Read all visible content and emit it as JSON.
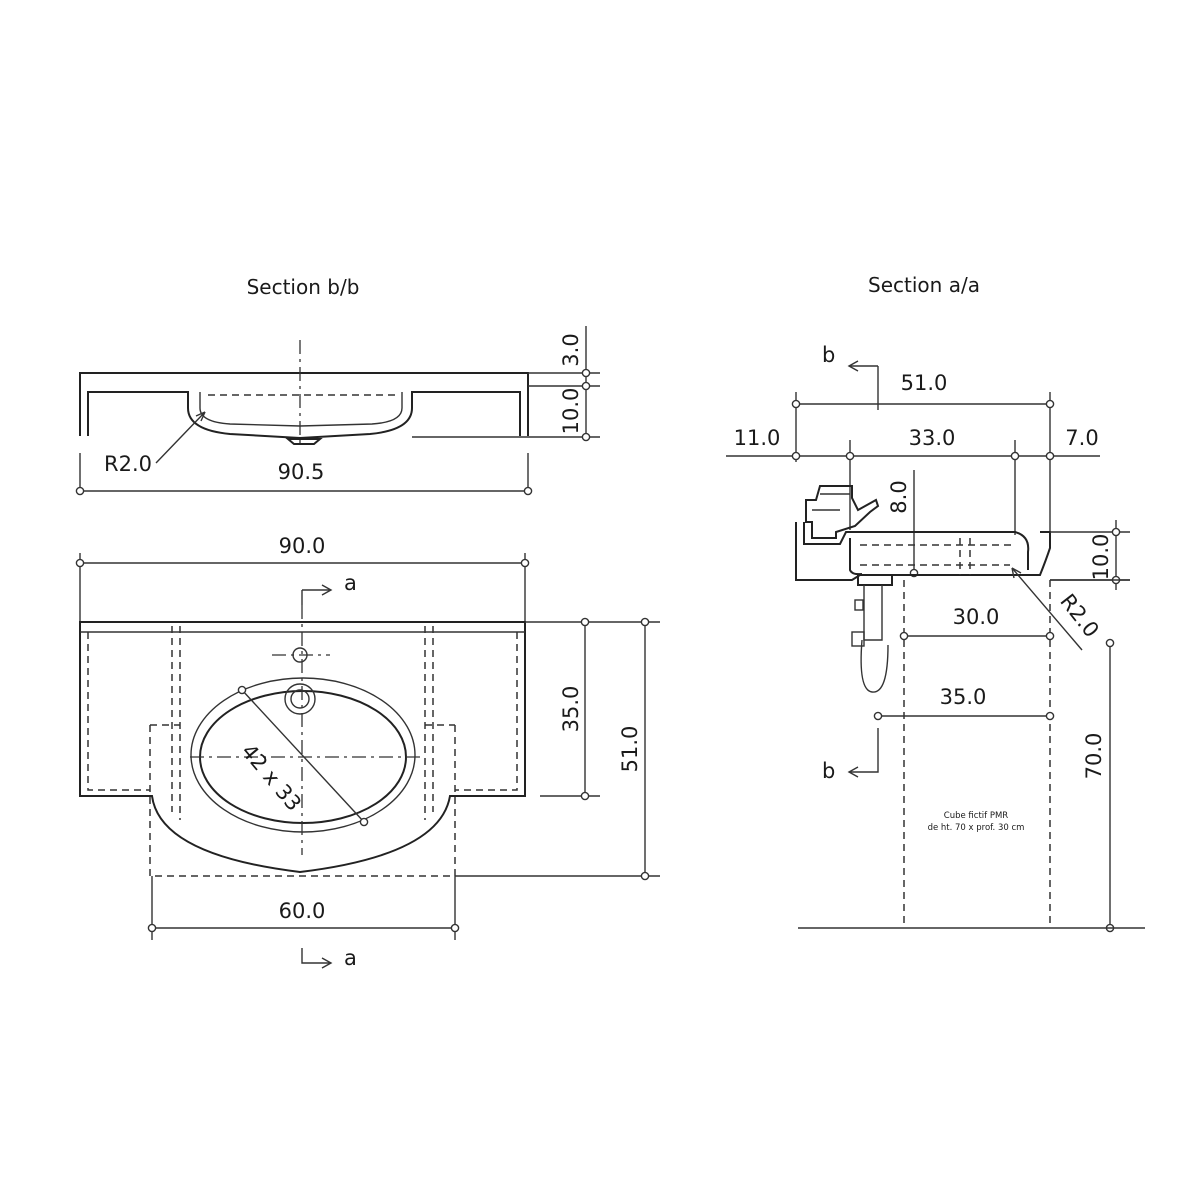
{
  "titles": {
    "section_bb": "Section b/b",
    "section_aa": "Section a/a"
  },
  "section_bb": {
    "dim_top_thickness": "3.0",
    "dim_basin_depth": "10.0",
    "dim_radius": "R2.0",
    "dim_width": "90.5"
  },
  "plan": {
    "dim_overall_width": "90.0",
    "dim_depth_body": "35.0",
    "dim_total_depth": "51.0",
    "dim_bowl": "42 x 33",
    "dim_front_width": "60.0",
    "cut_label_top": "a",
    "cut_label_bottom": "a"
  },
  "section_aa": {
    "cut_label_top": "b",
    "cut_label_bottom": "b",
    "dim_depth": "51.0",
    "dim_back": "11.0",
    "dim_bowl": "33.0",
    "dim_front": "7.0",
    "dim_tap_height": "8.0",
    "dim_basin_depth": "10.0",
    "dim_radius": "R2.0",
    "dim_cube_depth": "30.0",
    "dim_knee_depth": "35.0",
    "dim_height": "70.0",
    "note_line1": "Cube fictif PMR",
    "note_line2": "de ht. 70 x prof. 30 cm"
  }
}
